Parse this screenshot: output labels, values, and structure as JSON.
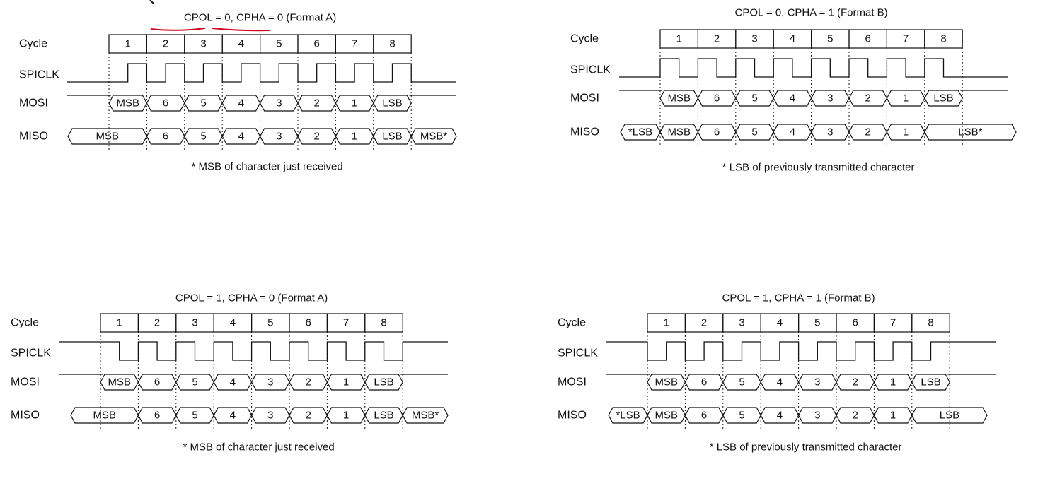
{
  "signal_labels": {
    "cycle": "Cycle",
    "spiclk": "SPICLK",
    "mosi": "MOSI",
    "miso": "MISO"
  },
  "colors": {
    "ink": "#111111",
    "annotation": "#d0021b"
  },
  "diagrams": [
    {
      "title": "CPOL = 0, CPHA = 0 (Format A)",
      "cpol": 0,
      "cpha": 0,
      "cycles": [
        "1",
        "2",
        "3",
        "4",
        "5",
        "6",
        "7",
        "8"
      ],
      "mosi": [
        "MSB",
        "6",
        "5",
        "4",
        "3",
        "2",
        "1",
        "LSB"
      ],
      "miso_pre": "MSB",
      "miso_mid": [
        "6",
        "5",
        "4",
        "3",
        "2",
        "1",
        "LSB"
      ],
      "miso_post": "MSB*",
      "footnote": "* MSB of character just received",
      "title_underlined": true
    },
    {
      "title": "CPOL = 0, CPHA = 1 (Format B)",
      "cpol": 0,
      "cpha": 1,
      "cycles": [
        "1",
        "2",
        "3",
        "4",
        "5",
        "6",
        "7",
        "8"
      ],
      "mosi": [
        "MSB",
        "6",
        "5",
        "4",
        "3",
        "2",
        "1",
        "LSB"
      ],
      "miso_pre": "*LSB",
      "miso_mid": [
        "MSB",
        "6",
        "5",
        "4",
        "3",
        "2",
        "1"
      ],
      "miso_post": "LSB*",
      "footnote": "* LSB of previously transmitted character",
      "title_underlined": false
    },
    {
      "title": "CPOL = 1, CPHA = 0 (Format A)",
      "cpol": 1,
      "cpha": 0,
      "cycles": [
        "1",
        "2",
        "3",
        "4",
        "5",
        "6",
        "7",
        "8"
      ],
      "mosi": [
        "MSB",
        "6",
        "5",
        "4",
        "3",
        "2",
        "1",
        "LSB"
      ],
      "miso_pre": "MSB",
      "miso_mid": [
        "6",
        "5",
        "4",
        "3",
        "2",
        "1",
        "LSB"
      ],
      "miso_post": "MSB*",
      "footnote": "* MSB of character just received",
      "title_underlined": false
    },
    {
      "title": "CPOL = 1, CPHA = 1 (Format B)",
      "cpol": 1,
      "cpha": 1,
      "cycles": [
        "1",
        "2",
        "3",
        "4",
        "5",
        "6",
        "7",
        "8"
      ],
      "mosi": [
        "MSB",
        "6",
        "5",
        "4",
        "3",
        "2",
        "1",
        "LSB"
      ],
      "miso_pre": "*LSB",
      "miso_mid": [
        "MSB",
        "6",
        "5",
        "4",
        "3",
        "2",
        "1"
      ],
      "miso_post": "LSB",
      "footnote": "* LSB of previously transmitted character",
      "title_underlined": false
    }
  ]
}
